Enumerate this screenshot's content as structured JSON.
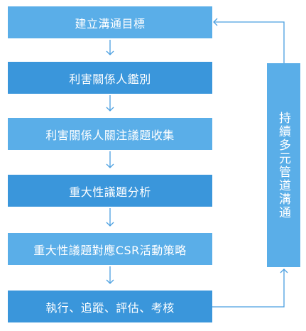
{
  "steps": [
    {
      "label": "建立溝通目標"
    },
    {
      "label": "利害關係人鑑別"
    },
    {
      "label": "利害關係人關注議題收集"
    },
    {
      "label": "重大性議題分析"
    },
    {
      "label": "重大性議題對應CSR活動策略"
    },
    {
      "label": "執行、追蹤、評估、考核"
    }
  ],
  "side_label": "持續多元管道溝通",
  "colors": {
    "light_box": "#5aaee8",
    "dark_box": "#3a96db",
    "arrow": "#4a9fe0"
  }
}
